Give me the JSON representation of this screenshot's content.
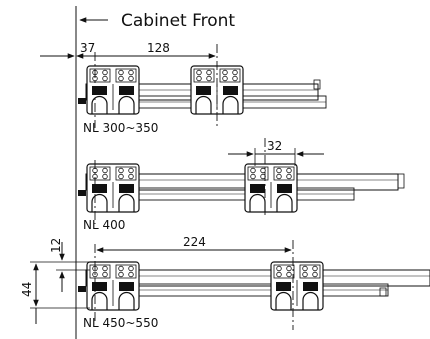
{
  "header": {
    "title": "Cabinet Front"
  },
  "runners": [
    {
      "label": "NL 300~350"
    },
    {
      "label": "NL 400"
    },
    {
      "label": "NL 450~550"
    }
  ],
  "dimensions": {
    "offset": "37",
    "spacing_short": "128",
    "bracket_width": "32",
    "spacing_long": "224",
    "vertical_offset": "12",
    "bracket_height": "44"
  },
  "colors": {
    "line": "#111111",
    "fill": "#ffffff"
  }
}
